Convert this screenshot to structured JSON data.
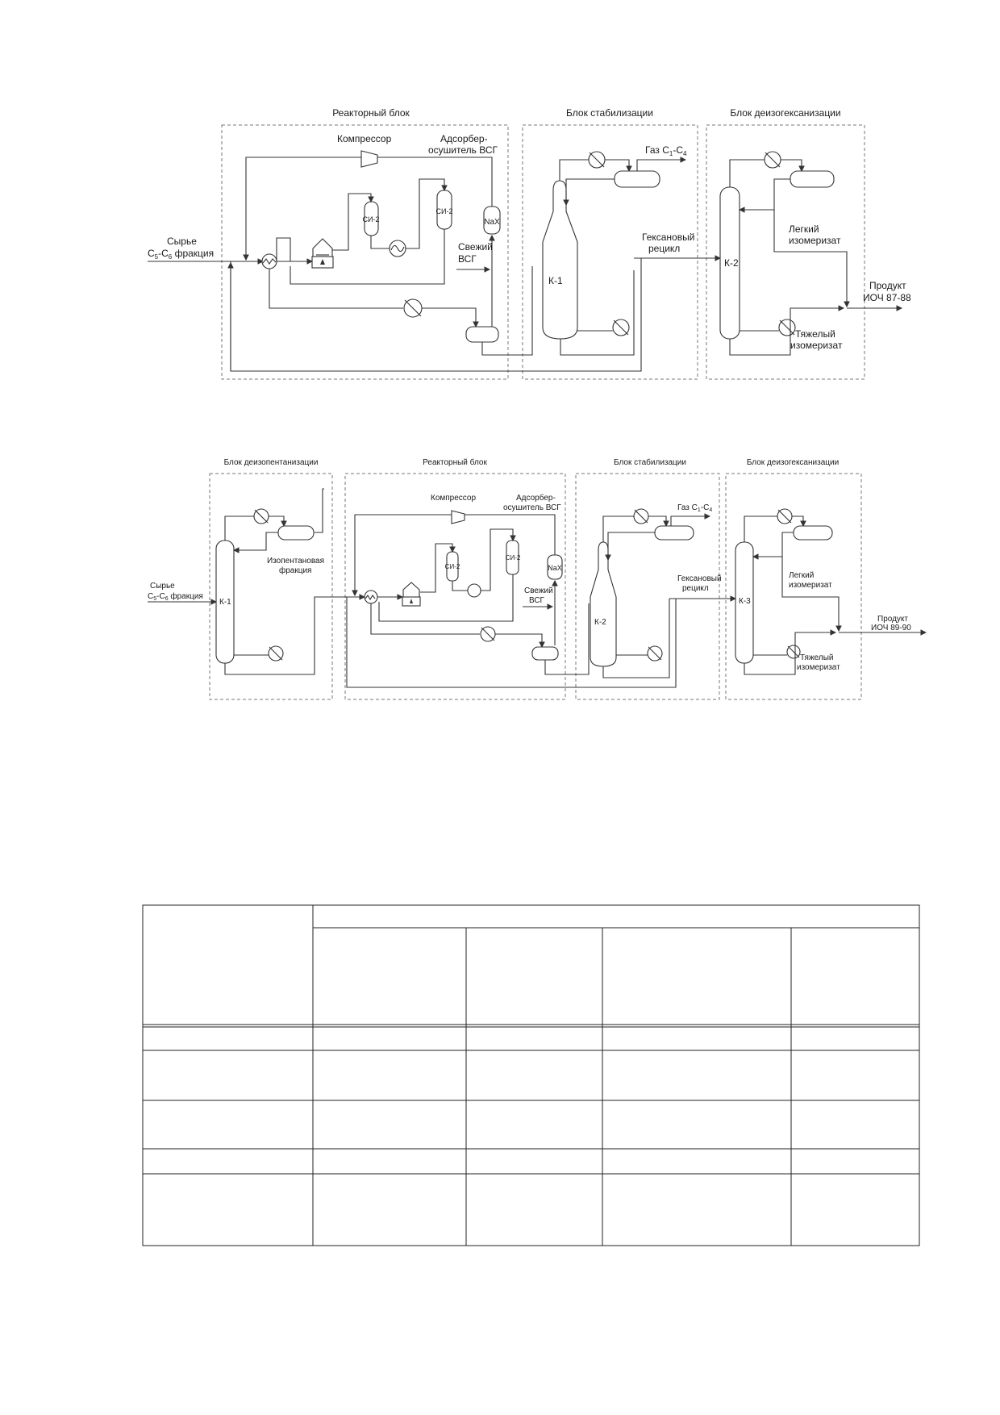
{
  "scheme1": {
    "blocks": {
      "reactor": "Реакторный блок",
      "stabilization": "Блок стабилизации",
      "deisohexanization": "Блок деизогексанизации"
    },
    "compressor": "Компрессор",
    "adsorber_line1": "Адсорбер-",
    "adsorber_line2": "осушитель ВСГ",
    "feed_line1": "Сырье",
    "feed_line2_prefix": "C",
    "feed_sub1": "5",
    "feed_mid": "-C",
    "feed_sub2": "6",
    "feed_suffix": " фракция",
    "reactor_a": "СИ-2",
    "reactor_b": "СИ-2",
    "nax": "NaX",
    "fresh_line1": "Свежий",
    "fresh_line2": "ВСГ",
    "gas_prefix": "Газ C",
    "gas_sub1": "1",
    "gas_mid": "-C",
    "gas_sub2": "4",
    "recycle_line1": "Гексановый",
    "recycle_line2": "рецикл",
    "column_1": "К-1",
    "column_2": "К-2",
    "light_line1": "Легкий",
    "light_line2": "изомеризат",
    "heavy_line1": "Тяжелый",
    "heavy_line2": "изомеризат",
    "product_line1": "Продукт",
    "product_line2": "ИОЧ 87-88"
  },
  "scheme2": {
    "blocks": {
      "deisopentanization": "Блок деизопентанизации",
      "reactor": "Реакторный блок",
      "stabilization": "Блок стабилизации",
      "deisohexanization": "Блок деизогексанизации"
    },
    "compressor": "Компрессор",
    "adsorber_line1": "Адсорбер-",
    "adsorber_line2": "осушитель ВСГ",
    "feed_line1": "Сырье",
    "feed_line2_prefix": "C",
    "feed_sub1": "5",
    "feed_mid": "-C",
    "feed_sub2": "6",
    "feed_suffix": " фракция",
    "isopentane_line1": "Изопентановая",
    "isopentane_line2": "фракция",
    "reactor_a": "СИ-2",
    "reactor_b": "СИ-2",
    "nax": "NaX",
    "fresh_line1": "Свежий",
    "fresh_line2": "ВСГ",
    "gas_prefix": "Газ C",
    "gas_sub1": "1",
    "gas_mid": "-C",
    "gas_sub2": "4",
    "recycle_line1": "Гексановый",
    "recycle_line2": "рецикл",
    "column_1": "К-1",
    "column_2": "К-2",
    "column_3": "К-3",
    "light_line1": "Легкий",
    "light_line2": "изомеризат",
    "heavy_line1": "Тяжелый",
    "heavy_line2": "изомеризат",
    "product_line1": "Продукт",
    "product_line2": "ИОЧ 89-90"
  },
  "table": {
    "columns": 5,
    "data_rows": 5,
    "cells": []
  }
}
